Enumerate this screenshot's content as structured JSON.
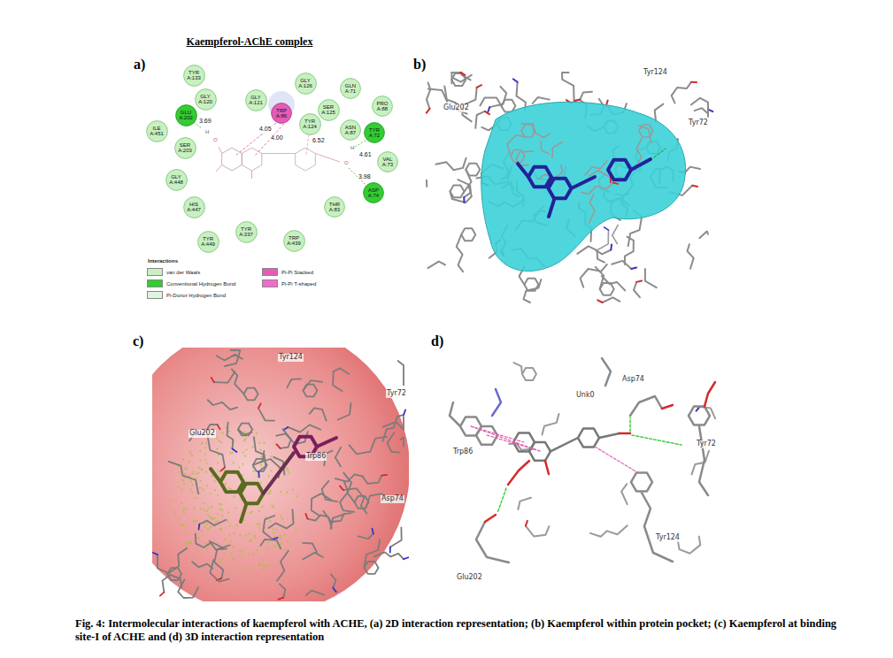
{
  "diagram": {
    "title": "Kaempferol-AChE complex",
    "caption": "Fig. 4: Intermolecular interactions of kaempferol with ACHE, (a) 2D interaction representation; (b) Kaempferol within protein pocket; (c) Kaempferol at binding site-I of ACHE and (d) 3D interaction representation",
    "nodes": [
      {
        "text": [
          "TYR A:133"
        ]
      },
      {
        "text": [
          "GLY A:126"
        ]
      },
      {
        "text": [
          "GLN A:71"
        ]
      },
      {
        "text": [
          "GLY A:120"
        ]
      },
      {
        "text": [
          "GLY A:121"
        ]
      },
      {
        "text": [
          "PRO A:88"
        ]
      },
      {
        "text": [
          "SER A:125"
        ]
      },
      {
        "text": [
          "GLU A:202"
        ]
      },
      {
        "text": [
          "TRP A:86"
        ]
      },
      {
        "text": [
          "TYR A:124"
        ]
      },
      {
        "text": [
          "ASN A:87"
        ]
      },
      {
        "text": [
          "ILE A:451"
        ]
      },
      {
        "text": [
          "TYR A:72"
        ]
      },
      {
        "text": [
          "SER A:203"
        ]
      },
      {
        "text": [
          "VAL A:73"
        ]
      },
      {
        "text": [
          "GLY A:448"
        ]
      },
      {
        "text": [
          "ASP A:74"
        ]
      },
      {
        "text": [
          "HIS A:447"
        ]
      },
      {
        "text": [
          "THR A:83"
        ]
      },
      {
        "text": [
          "TYR A:337"
        ]
      },
      {
        "text": [
          "TRP A:439"
        ]
      },
      {
        "text": [
          "TYR A:449"
        ]
      }
    ],
    "labels": [
      "a)",
      "b)",
      "c)",
      "d)",
      "3.69",
      "4.05",
      "4.00",
      "6.52",
      "4.61",
      "3.98",
      "H",
      "O",
      "H",
      "O",
      "Interactions",
      "Tyr124",
      "Tyr72",
      "Glu202",
      "Tyr124",
      "Tyr72",
      "Glu202",
      "Trp86",
      "Asp74",
      "Unk0",
      "Asp74",
      "Trp86",
      "Tyr72",
      "Tyr124",
      "Glu202"
    ],
    "legend": [
      {
        "text": "van der Waals",
        "color": "#c8f0c0"
      },
      {
        "text": "Conventional Hydrogen Bond",
        "color": "#33cc33"
      },
      {
        "text": "Pi-Donor Hydrogen Bond",
        "color": "#dff5df"
      },
      {
        "text": "Pi-Pi Stacked",
        "color": "#e45cb8"
      },
      {
        "text": "Pi-Pi T-shaped",
        "color": "#f06ccc"
      }
    ]
  }
}
